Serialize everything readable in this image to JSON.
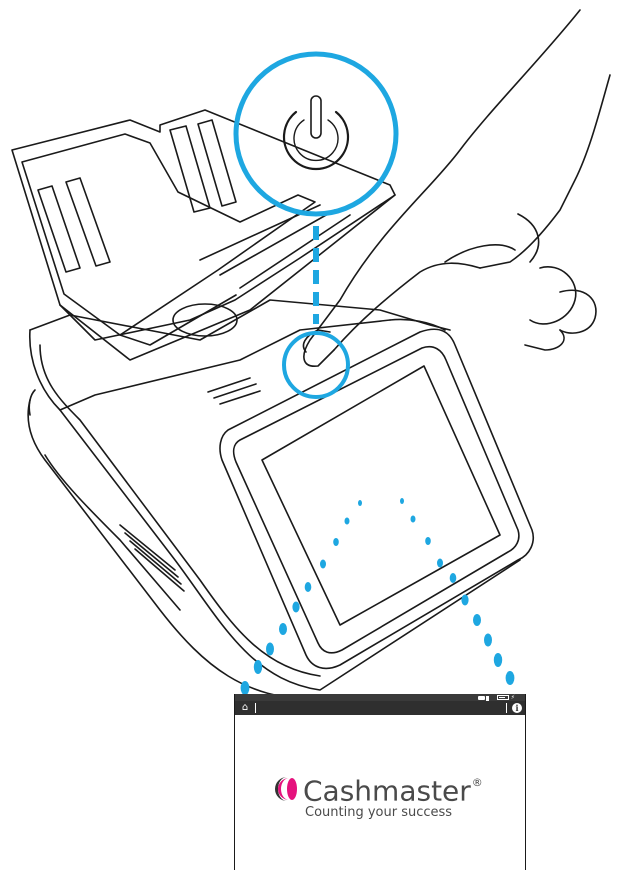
{
  "colors": {
    "accent_dots": "#1ea7e1",
    "line_art": "#1a1a1a",
    "brand_magenta": "#e5127d",
    "brand_dark": "#333333",
    "status_bar": "#3a3a3a",
    "toolbar": "#2f2f2f"
  },
  "icons": {
    "power": "power-icon",
    "home": "home-icon",
    "info": "info-icon",
    "printer": "printer-icon",
    "battery": "battery-icon"
  },
  "screen": {
    "home_glyph": "⌂",
    "info_glyph": "i",
    "brand": {
      "name": "Cashmaster",
      "registered": "®",
      "tagline": "Counting your success"
    }
  }
}
